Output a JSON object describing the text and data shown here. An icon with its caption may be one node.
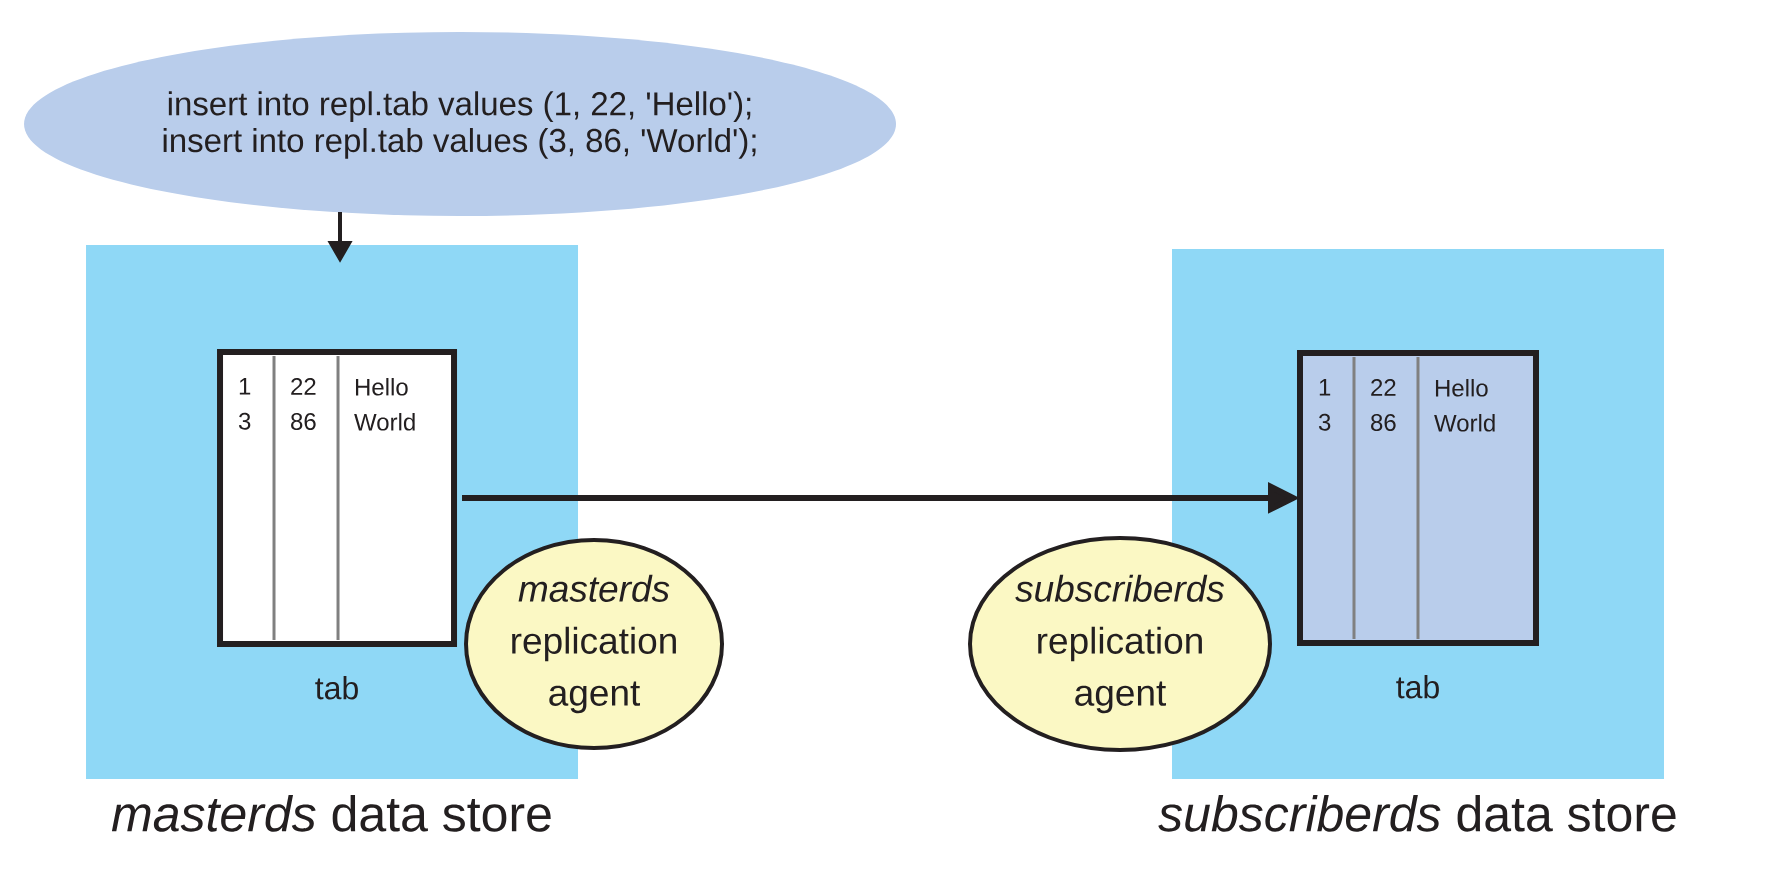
{
  "diagram": {
    "nodes": [
      {
        "text": [
          "insert into repl.tab values (1, 22, 'Hello');",
          "insert into repl.tab values (3, 86, 'World');"
        ]
      },
      {
        "text": [
          "*masterds* data store"
        ]
      },
      {
        "text": [
          "1 3",
          "22 86",
          "Hello World",
          "tab"
        ],
        "in": 1
      },
      {
        "text": [
          "*masterds* replication agent"
        ]
      },
      {
        "text": [
          "*subscriberds* data store"
        ]
      },
      {
        "text": [
          "1 3",
          "22 86",
          "Hello World",
          "tab"
        ],
        "in": 4
      },
      {
        "text": [
          "*subscriberds* replication agent"
        ]
      }
    ],
    "edges": [
      {
        "from": 0,
        "to": 1,
        "arrow": "to"
      },
      {
        "from": 2,
        "to": 5,
        "arrow": "to"
      }
    ]
  }
}
